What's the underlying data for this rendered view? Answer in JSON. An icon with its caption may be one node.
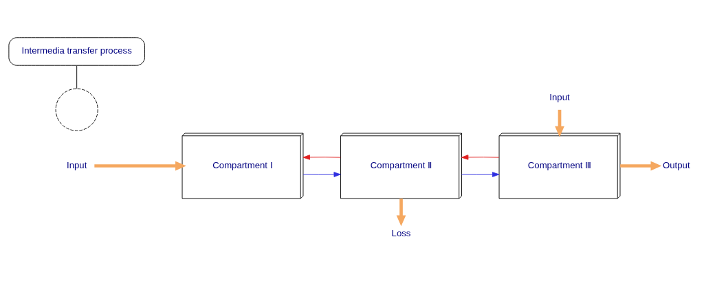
{
  "diagram": {
    "nodes": [
      {
        "text": [
          "Input"
        ]
      },
      {
        "text": [
          "Compartment Ⅰ"
        ]
      },
      {
        "text": [
          "Compartment Ⅱ"
        ]
      },
      {
        "text": [
          "Compartment Ⅲ"
        ]
      },
      {
        "text": [
          "Input"
        ]
      },
      {
        "text": [
          "Output"
        ]
      },
      {
        "text": [
          "Loss"
        ]
      },
      {
        "text": [
          "Intermedia transfer process"
        ]
      },
      {
        "text": [],
        "shape": "circle"
      }
    ],
    "edges": [
      {
        "from": 0,
        "to": 1,
        "arrow": "to",
        "style": "thick",
        "color": "#f5a860"
      },
      {
        "from": 1,
        "to": 2,
        "arrow": "to",
        "color": "#3030e0"
      },
      {
        "from": 2,
        "to": 1,
        "arrow": "to",
        "color": "#e02020"
      },
      {
        "from": 2,
        "to": 3,
        "arrow": "to",
        "color": "#3030e0"
      },
      {
        "from": 3,
        "to": 2,
        "arrow": "to",
        "color": "#e02020"
      },
      {
        "from": 4,
        "to": 3,
        "arrow": "to",
        "style": "thick",
        "color": "#f5a860"
      },
      {
        "from": 3,
        "to": 5,
        "arrow": "to",
        "style": "thick",
        "color": "#f5a860"
      },
      {
        "from": 2,
        "to": 6,
        "arrow": "to",
        "style": "thick",
        "color": "#f5a860"
      },
      {
        "from": 7,
        "to": 8,
        "arrow": "none",
        "color": "#000000"
      }
    ]
  }
}
